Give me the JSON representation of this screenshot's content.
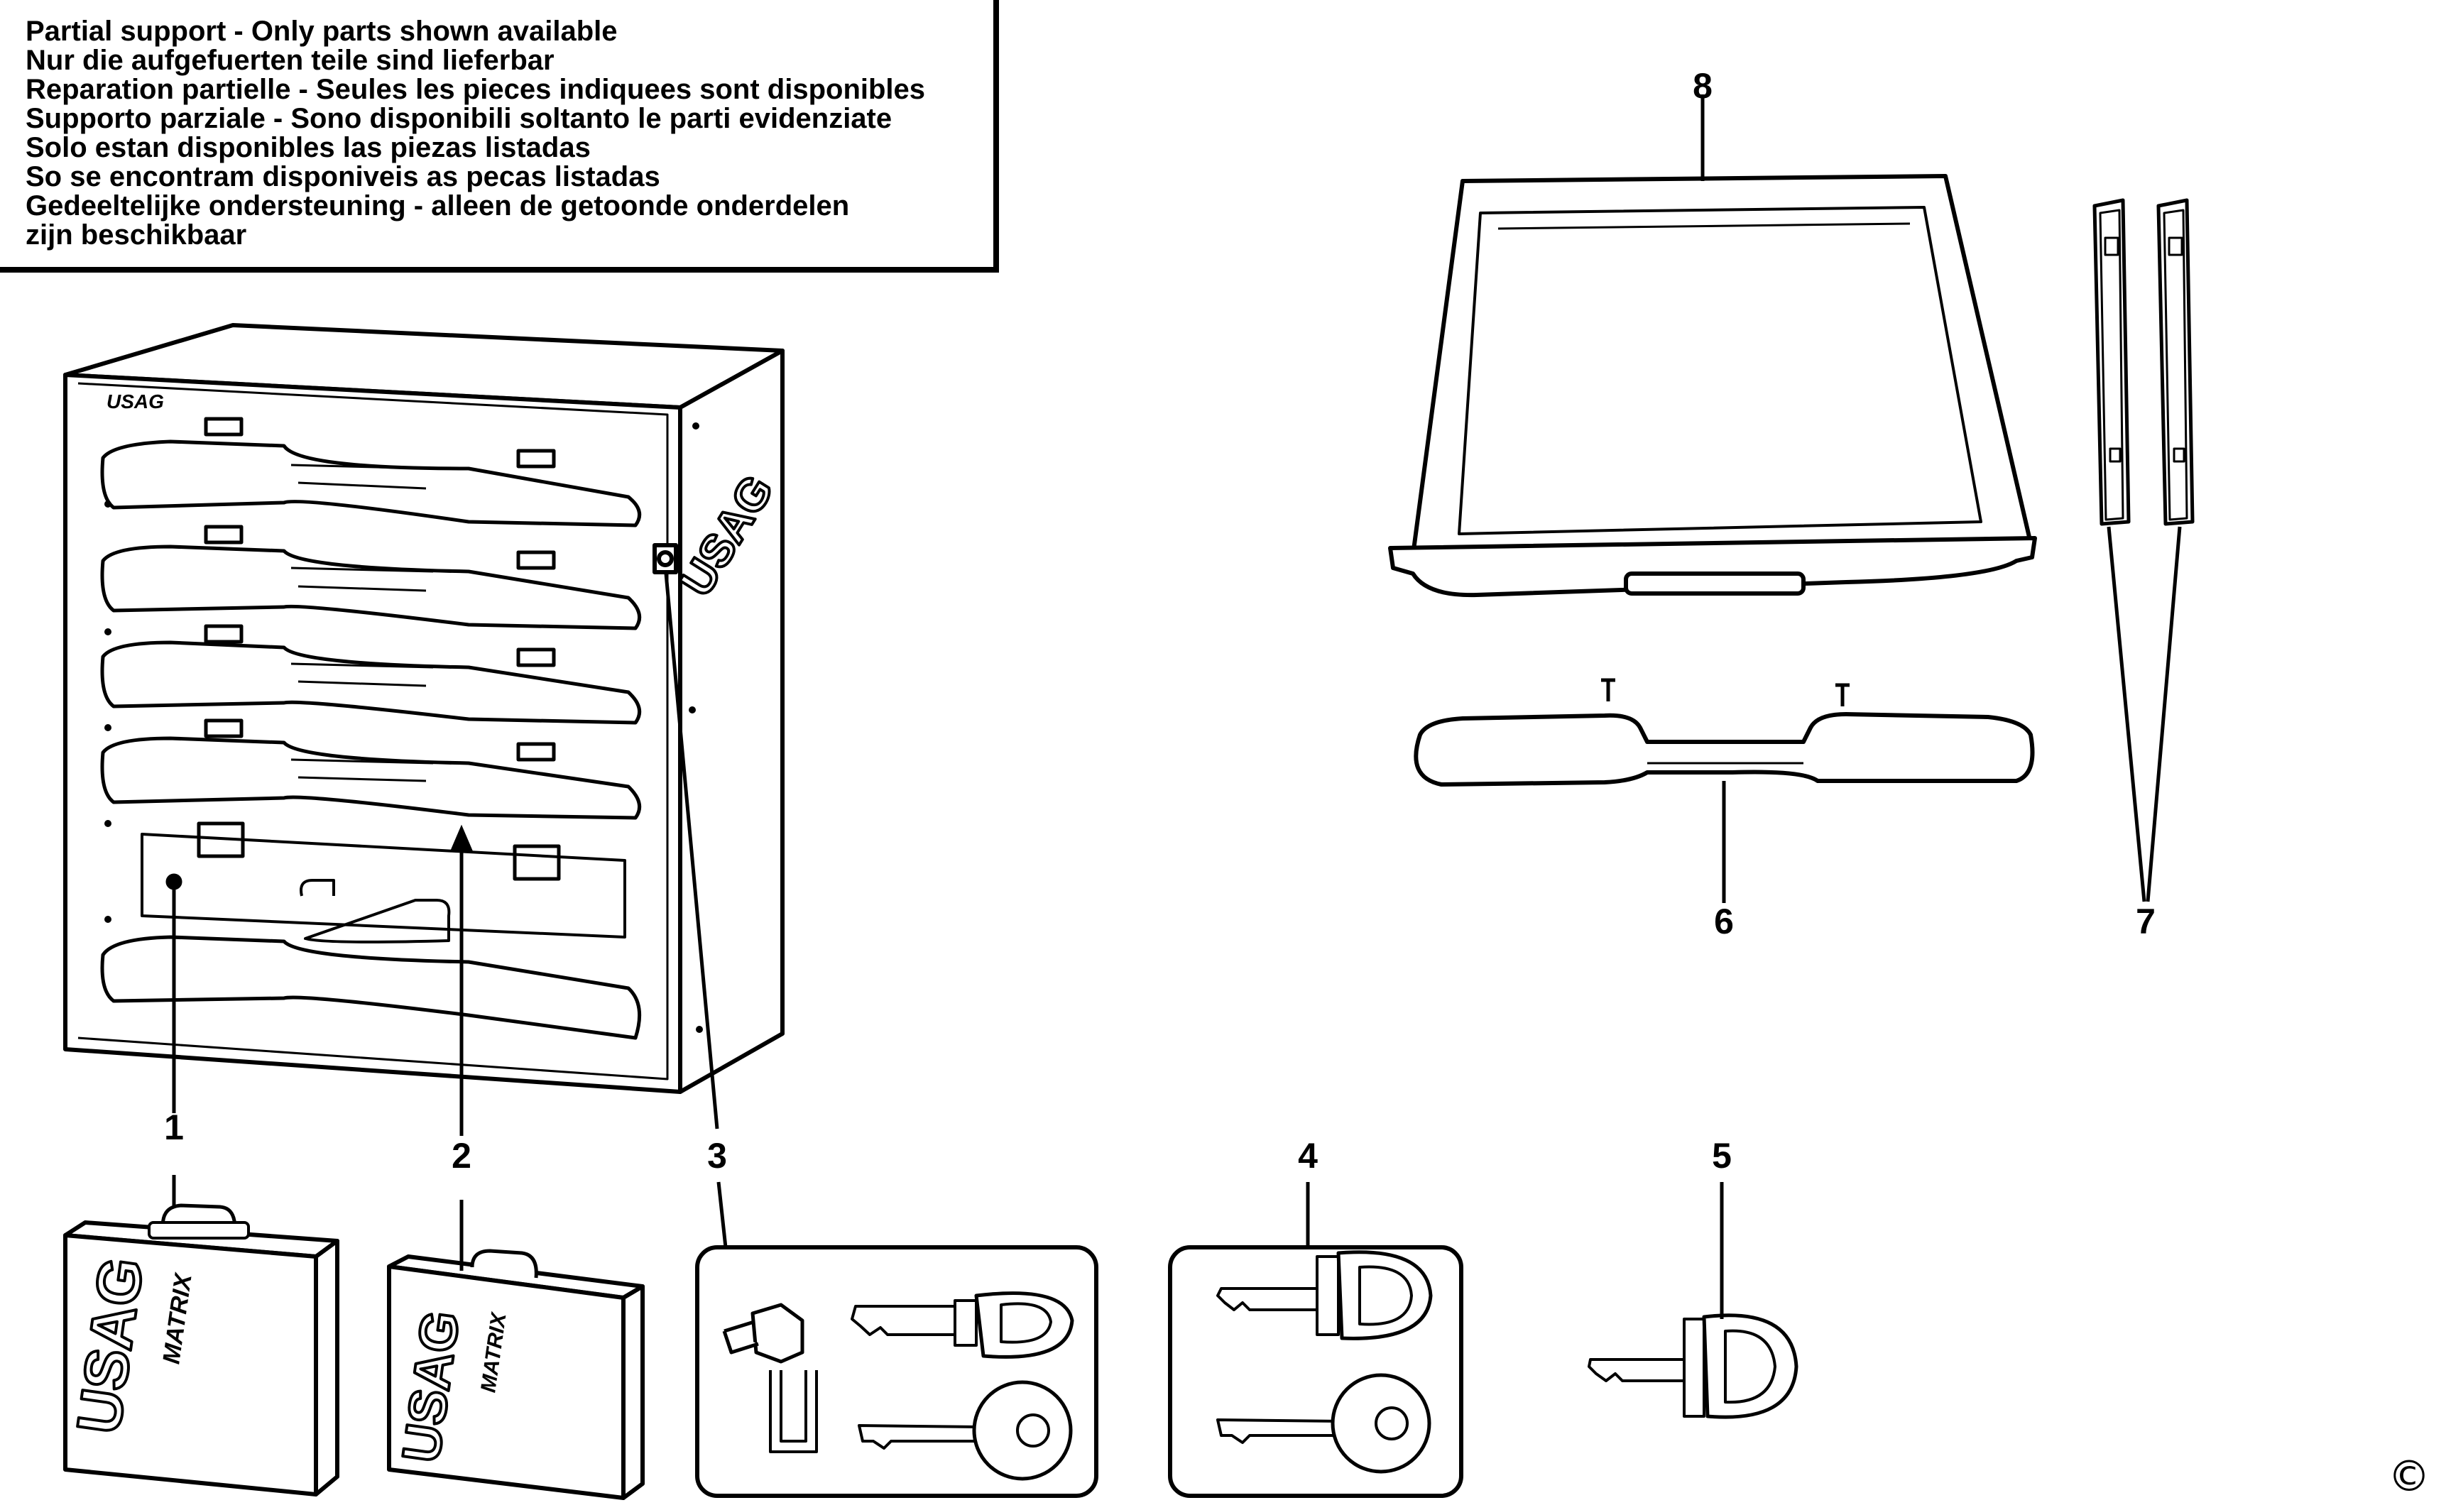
{
  "notice": {
    "lines": [
      "Partial support - Only parts shown available",
      "Nur die aufgefuerten teile sind lieferbar",
      "Reparation partielle - Seules les pieces indiquees sont disponibles",
      "Supporto parziale - Sono disponibili soltanto le parti evidenziate",
      "Solo estan disponibles las piezas listadas",
      "So se encontram disponiveis as pecas listadas",
      "Gedeeltelijke ondersteuning - alleen de getoonde onderdelen",
      "zijn beschikbaar"
    ]
  },
  "brand": {
    "logo_main": "USAG",
    "logo_sub": "MATRIX"
  },
  "part_labels": {
    "p1": "1",
    "p2": "2",
    "p3": "3",
    "p4": "4",
    "p5": "5",
    "p6": "6",
    "p7": "7",
    "p8": "8"
  },
  "copyright": "©"
}
